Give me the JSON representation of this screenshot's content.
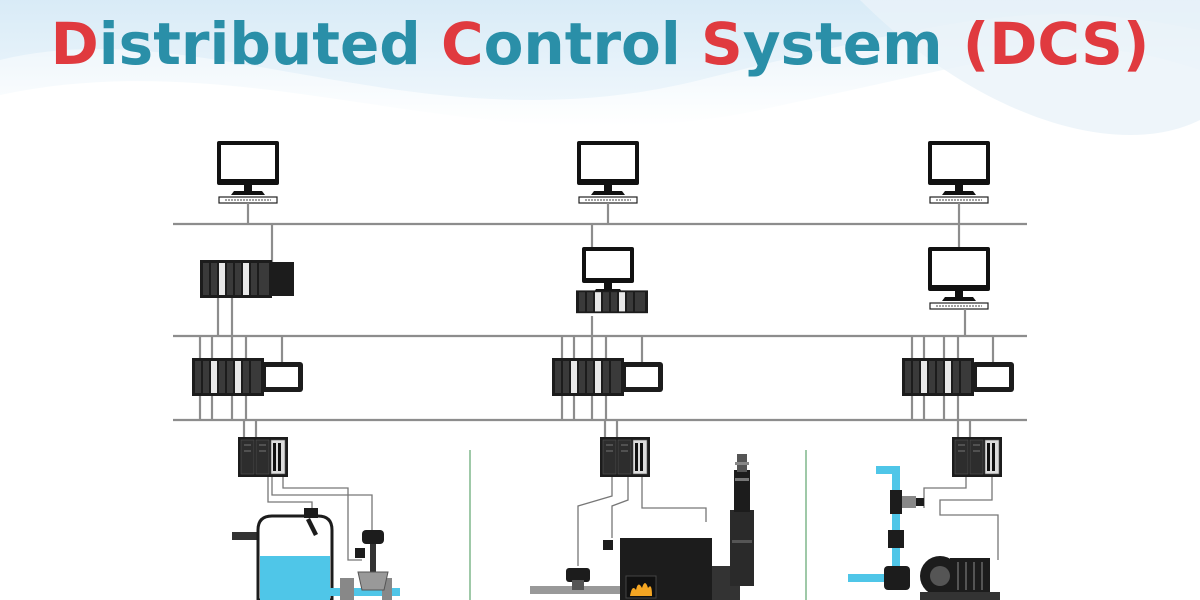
{
  "title": {
    "segments": [
      {
        "text": "D",
        "highlight": true
      },
      {
        "text": "istributed ",
        "highlight": false
      },
      {
        "text": "C",
        "highlight": true
      },
      {
        "text": "ontrol ",
        "highlight": false
      },
      {
        "text": "S",
        "highlight": true
      },
      {
        "text": "ystem ",
        "highlight": false
      },
      {
        "text": "(DCS)",
        "highlight": true
      }
    ],
    "colors": {
      "main": "#2a8fa8",
      "highlight": "#e03a3f"
    }
  },
  "diagram": {
    "columns": 3,
    "network_levels": 3,
    "column_devices": [
      {
        "level2": "controller-rack",
        "field": "tank-with-valve"
      },
      {
        "level2": "workstation-with-rack",
        "field": "furnace-burner"
      },
      {
        "level2": "workstation",
        "field": "pump-station"
      }
    ],
    "colors": {
      "fluid": "#4fc6e8",
      "equipment": "#1c1c1c",
      "bus": "#8d8d8d",
      "separator": "#4a9a5c",
      "flame": "#f5a623"
    }
  }
}
